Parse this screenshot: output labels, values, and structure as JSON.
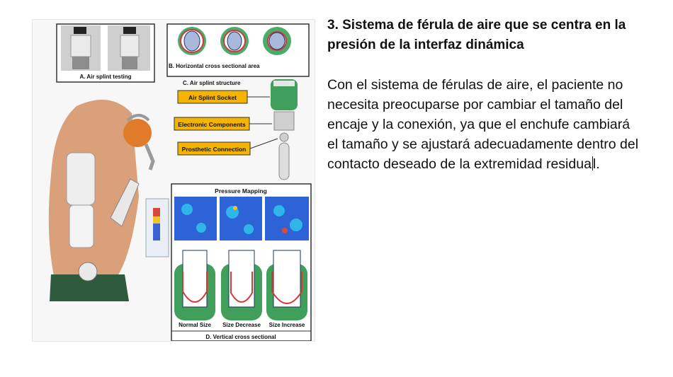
{
  "slide": {
    "heading": "3. Sistema de férula de aire que se centra en la presión de la interfaz dinámica",
    "body_before_caret": "Con el sistema de férulas de aire, el paciente no necesita preocuparse por cambiar el tamaño del encaje y la conexión, ya que el enchufe cambiará el tamaño y se ajustará adecuadamente dentro del contacto deseado de la extremidad residua",
    "body_after_caret": "l."
  },
  "figure": {
    "panel_a_label": "A. Air splint testing",
    "panel_b_label": "B. Horizontal cross sectional area",
    "panel_c_title": "C. Air splint structure",
    "panel_c_items": [
      "Air Splint Socket",
      "Electronic Components",
      "Prosthetic Connection"
    ],
    "pressure_title": "Pressure Mapping",
    "size_labels": [
      "Normal Size",
      "Size Decrease",
      "Size Increase"
    ],
    "panel_d_label": "D. Vertical cross sectional",
    "colors": {
      "label_box": "#f4b400",
      "socket_green": "#3f9f5b",
      "ring_red": "#d23a3a",
      "outline_navy": "#1f3566"
    }
  }
}
